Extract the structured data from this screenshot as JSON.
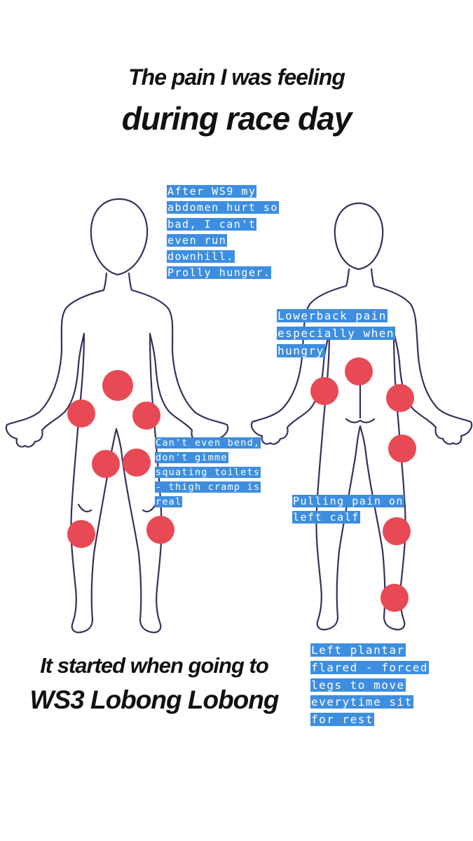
{
  "title": {
    "line1": "The pain I was feeling",
    "line2": "during race day"
  },
  "footer": {
    "line1": "It started when going to",
    "line2": "WS3 Lobong Lobong"
  },
  "notes": {
    "abdomen": "After WS9 my\nabdomen hurt so\nbad, I can't\neven run\ndownhill.\nProlly hunger.",
    "lowerback": "Lowerback pain\nespecially when\nhungry",
    "thigh": "Can't even bend,\ndon't gimme\nsquating toilets\n- thigh cramp is\nreal",
    "calf": "Pulling pain on\nleft calf",
    "plantar": "Left plantar\nflared - forced\nlegs to move\neverytime sit\nfor rest"
  },
  "colors": {
    "pain_marker": "#e84a55",
    "note_highlight": "#3d8ee0",
    "outline": "#3a2f5c"
  }
}
